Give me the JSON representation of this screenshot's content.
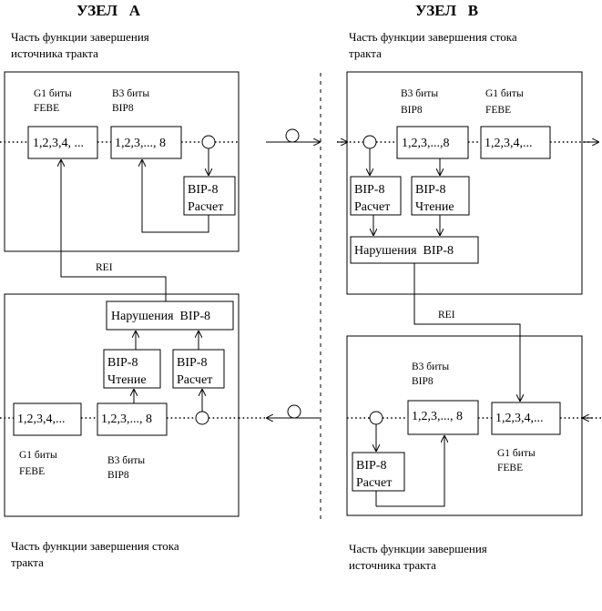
{
  "nodeA": {
    "title": "УЗЕЛ   А",
    "sourceCaption": [
      "Часть функции завершения",
      "источника тракта"
    ],
    "sinkCaption": [
      "Часть функции завершения стока",
      "тракта"
    ],
    "top": {
      "g1Label": [
        "G1 биты",
        "FEBE"
      ],
      "b3Label": [
        "B3 биты",
        "BIP8"
      ],
      "g1Box": "1,2,3,4, ...",
      "b3Box": "1,2,3,..., 8",
      "calc": [
        "BIP-8",
        "Расчет"
      ]
    },
    "bottom": {
      "violations": "Нарушения  BIP-8",
      "read": [
        "BIP-8",
        "Чтение"
      ],
      "calc": [
        "BIP-8",
        "Расчет"
      ],
      "g1Box": "1,2,3,4,...",
      "b3Box": "1,2,3,..., 8",
      "g1Label": [
        "G1 биты",
        "FEBE"
      ],
      "b3Label": [
        "B3 биты",
        "BIP8"
      ]
    },
    "rei": "REI"
  },
  "nodeB": {
    "title": "УЗЕЛ   В",
    "sinkCaption": [
      "Часть функции завершения стока",
      "тракта"
    ],
    "sourceCaption": [
      "Часть функции завершения",
      "источника тракта"
    ],
    "top": {
      "b3Label": [
        "B3 биты",
        "BIP8"
      ],
      "g1Label": [
        "G1 биты",
        "FEBE"
      ],
      "b3Box": "1,2,3,...,8",
      "g1Box": "1,2,3,4,...",
      "calc": [
        "BIP-8",
        "Расчет"
      ],
      "read": [
        "BIP-8",
        "Чтение"
      ],
      "violations": "Нарушения  BIP-8"
    },
    "bottom": {
      "b3Label": [
        "B3 биты",
        "BIP8"
      ],
      "b3Box": "1,2,3,..., 8",
      "g1Box": "1,2,3,4,...",
      "g1Label": [
        "G1 биты",
        "FEBE"
      ],
      "calc": [
        "BIP-8",
        "Расчет"
      ]
    },
    "rei": "REI"
  }
}
